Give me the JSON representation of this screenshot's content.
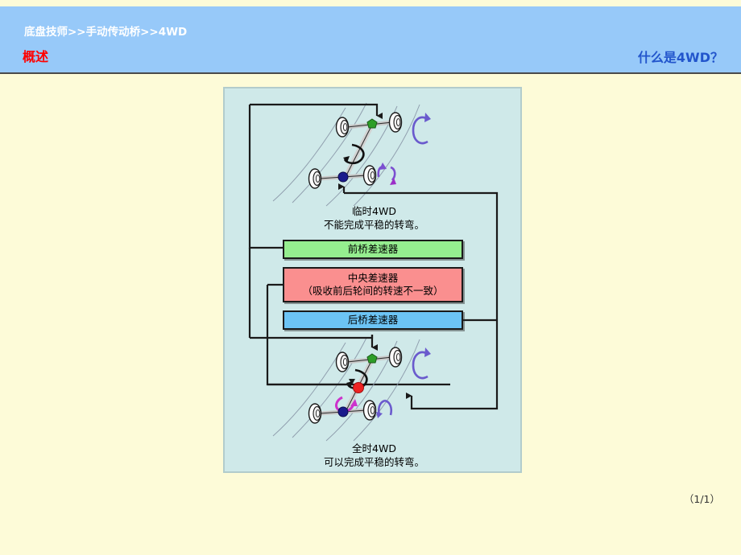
{
  "header": {
    "breadcrumb": "底盘技师>>手动传动桥>>4WD",
    "section_title": "概述",
    "topic_title": "什么是4WD？",
    "band_color": "#97c9f9",
    "section_title_color": "#ff0000",
    "topic_title_color": "#2255cc"
  },
  "page": {
    "background_color": "#fdfbd8",
    "indicator": "（1/1）"
  },
  "diagram": {
    "panel_background": "#cfe9e9",
    "panel_border": "#b2cccc",
    "boxes": [
      {
        "id": "front-diff",
        "label": "前桥差速器",
        "sublabel": "",
        "color": "#95ee8f"
      },
      {
        "id": "center-diff",
        "label": "中央差速器",
        "sublabel": "（吸收前后轮间的转速不一致）",
        "color": "#fa8f8f"
      },
      {
        "id": "rear-diff",
        "label": "后桥差速器",
        "sublabel": "",
        "color": "#6cc4f5"
      }
    ],
    "vehicles": [
      {
        "id": "part-time-4wd",
        "title": "临时4WD",
        "description": "不能完成平稳的转弯。",
        "front_diff_node_color": "#2e9e28",
        "rear_diff_node_color": "#1a1a8c",
        "center_diff_node_color": "",
        "has_center_diff": false
      },
      {
        "id": "full-time-4wd",
        "title": "全时4WD",
        "description": "可以完成平稳的转弯。",
        "front_diff_node_color": "#2e9e28",
        "rear_diff_node_color": "#1a1a8c",
        "center_diff_node_color": "#ee2222",
        "has_center_diff": true
      }
    ],
    "annotations": {
      "rotation_arrow_color_wheel": "#6a5acd",
      "rotation_arrow_color_center": "#cc33cc",
      "rotation_arrow_color_shaft": "#111111",
      "turn_path_color": "#8a97a8",
      "connector_line_color": "#1a1a1a"
    }
  }
}
